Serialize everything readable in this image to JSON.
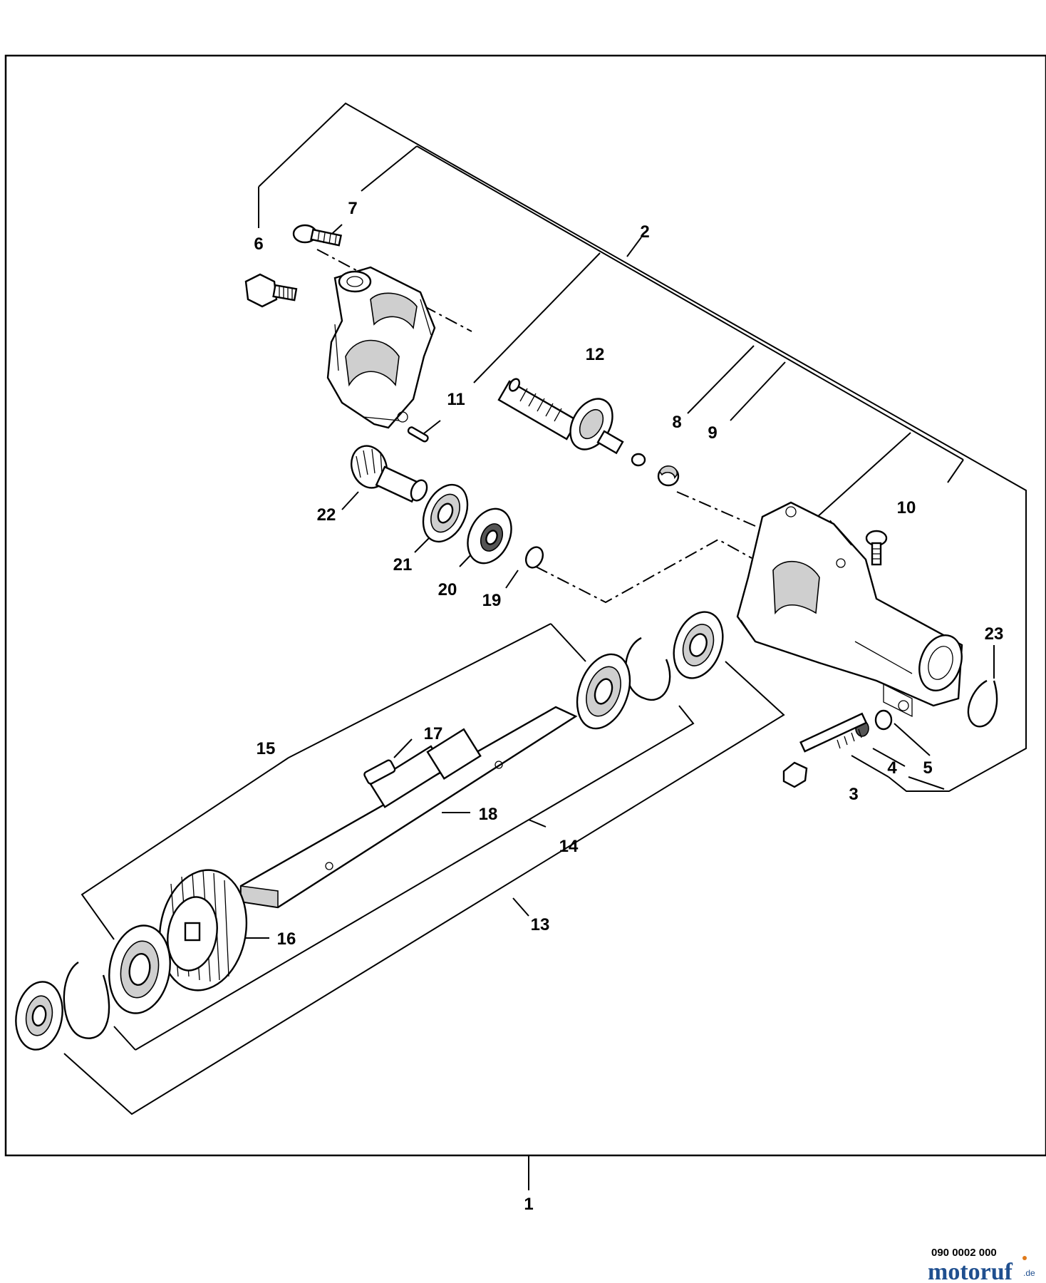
{
  "diagram": {
    "callouts": [
      "1",
      "2",
      "3",
      "4",
      "5",
      "6",
      "7",
      "8",
      "9",
      "10",
      "11",
      "12",
      "13",
      "14",
      "15",
      "16",
      "17",
      "18",
      "19",
      "20",
      "21",
      "22",
      "23"
    ],
    "reference_code": "090 0002 000",
    "watermark": {
      "brand": "motoruf",
      "suffix": ".de",
      "colors": {
        "main": "#1f4f8f",
        "accent": "#e07a1a"
      }
    }
  }
}
